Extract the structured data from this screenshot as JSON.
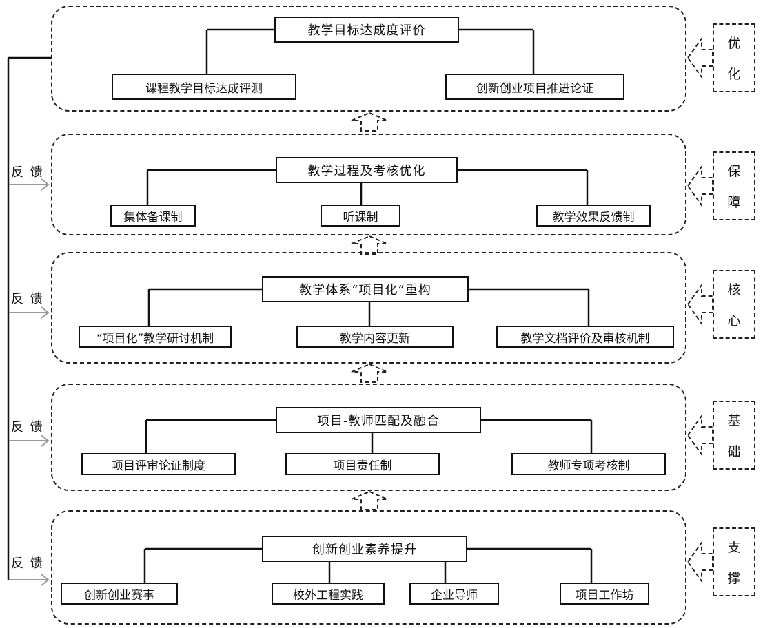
{
  "tiers": [
    {
      "title": "教学目标达成度评价",
      "items": [
        "课程教学目标达成评测",
        "创新创业项目推进论证"
      ],
      "side": [
        "优",
        "化"
      ],
      "feedback": ""
    },
    {
      "title": "教学过程及考核优化",
      "items": [
        "集体备课制",
        "听课制",
        "教学效果反馈制"
      ],
      "side": [
        "保",
        "障"
      ],
      "feedback": "反 馈"
    },
    {
      "title": "教学体系“项目化”重构",
      "items": [
        "“项目化”教学研讨机制",
        "教学内容更新",
        "教学文档评价及审核机制"
      ],
      "side": [
        "核",
        "心"
      ],
      "feedback": "反 馈"
    },
    {
      "title": "项目-教师匹配及融合",
      "items": [
        "项目评审论证制度",
        "项目责任制",
        "教师专项考核制"
      ],
      "side": [
        "基",
        "础"
      ],
      "feedback": "反 馈"
    },
    {
      "title": "创新创业素养提升",
      "items": [
        "创新创业赛事",
        "校外工程实践",
        "企业导师",
        "项目工作坊"
      ],
      "side": [
        "支",
        "撑"
      ],
      "feedback": "反 馈"
    }
  ]
}
